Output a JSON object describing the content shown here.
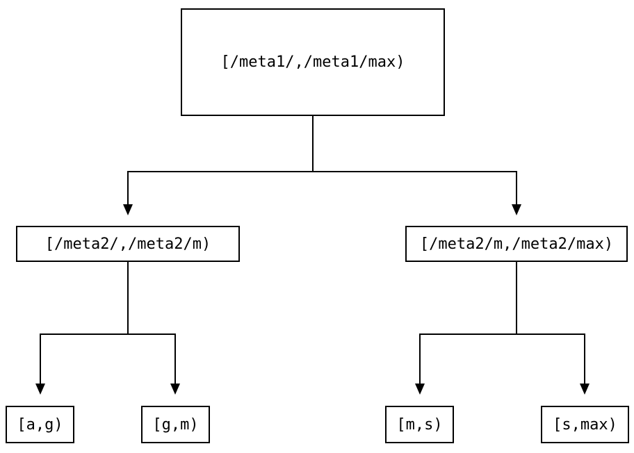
{
  "diagram": {
    "type": "tree",
    "background_color": "#ffffff",
    "line_color": "#000000",
    "nodes": {
      "root": {
        "label": "[/meta1/,/meta1/max)"
      },
      "left": {
        "label": "[/meta2/,/meta2/m)"
      },
      "right": {
        "label": "[/meta2/m,/meta2/max)"
      },
      "leaf_ag": {
        "label": "[a,g)"
      },
      "leaf_gm": {
        "label": "[g,m)"
      },
      "leaf_ms": {
        "label": "[m,s)"
      },
      "leaf_smax": {
        "label": "[s,max)"
      }
    },
    "edges": [
      {
        "from": "root",
        "to": "left"
      },
      {
        "from": "root",
        "to": "right"
      },
      {
        "from": "left",
        "to": "leaf_ag"
      },
      {
        "from": "left",
        "to": "leaf_gm"
      },
      {
        "from": "right",
        "to": "leaf_ms"
      },
      {
        "from": "right",
        "to": "leaf_smax"
      }
    ]
  }
}
